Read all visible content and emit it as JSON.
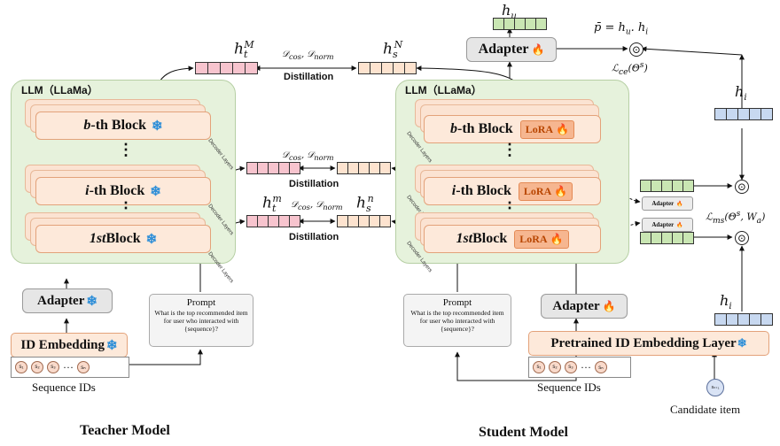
{
  "teacher": {
    "llm_label": "LLM（LLaMa）",
    "blocks": [
      {
        "prefix": "b",
        "suffix": "-th Block"
      },
      {
        "prefix": "i",
        "suffix": "-th Block"
      },
      {
        "prefix": "1st",
        "suffix": " Block"
      }
    ],
    "decoder_label": "Decoder Layers",
    "adapter": "Adapter",
    "embedding": "ID Embedding",
    "prompt_title": "Prompt",
    "prompt_text": "What is the top recommended item for user who interacted with {sequence}?",
    "seq_ids_label": "Sequence IDs",
    "model_label": "Teacher Model",
    "hidden_top": "h_t^M",
    "hidden_bottom": "h_t^m"
  },
  "student": {
    "llm_label": "LLM（LLaMa）",
    "blocks": [
      {
        "prefix": "b",
        "suffix": "-th Block"
      },
      {
        "prefix": "i",
        "suffix": "-th Block"
      },
      {
        "prefix": "1st",
        "suffix": " Block"
      }
    ],
    "lora": "LoRA",
    "decoder_label": "Decoder Layers",
    "adapter": "Adapter",
    "embedding": "Pretrained ID Embedding Layer",
    "prompt_title": "Prompt",
    "prompt_text": "What is the top recommended item for user who interacted with {sequence}?",
    "seq_ids_label": "Sequence IDs",
    "candidate_label": "Candidate item",
    "model_label": "Student Model",
    "hidden_top": "h_s^N",
    "hidden_bottom": "h_s^n",
    "small_adapter": "Adapter",
    "top_adapter": "Adapter"
  },
  "distill": {
    "loss": "D_cos, D_norm",
    "label": "Distillation"
  },
  "right": {
    "h_u": "h_u",
    "p_bar": "p̄ = h_u. h_i",
    "ce_loss": "L_ce(Θ^s)",
    "h_i": "h_i",
    "ms_loss": "L_ms(Θ^s, W_a)"
  },
  "colors": {
    "llm_bg": "#e6f2dc",
    "block_bg": "#fde9da",
    "vec_pink": "#f7c4ce",
    "vec_peach": "#fde3cf",
    "vec_green": "#c9e6b3",
    "vec_blue": "#c7d8f0",
    "snow": "#2f8fd8",
    "fire": "#e85a10"
  },
  "icons": [
    "snowflake-icon",
    "fire-icon",
    "odot-icon"
  ]
}
